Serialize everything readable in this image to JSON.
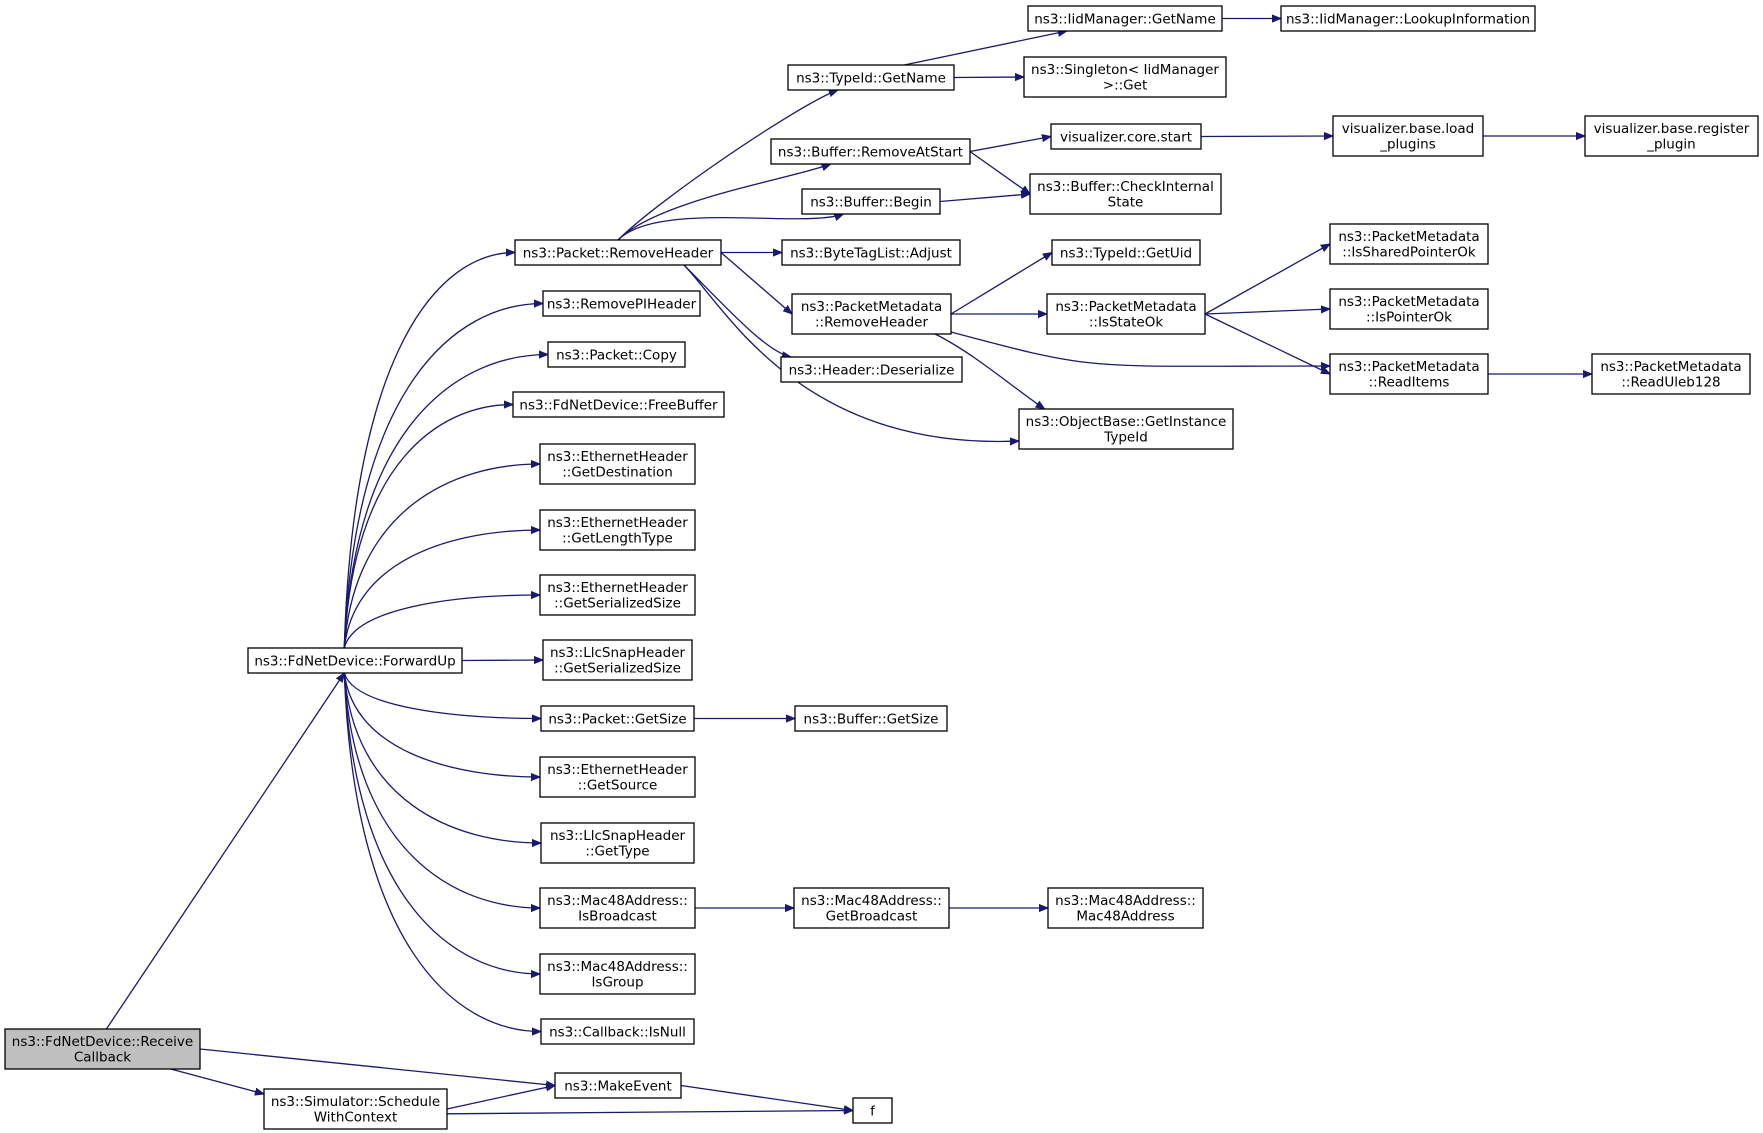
{
  "graph": {
    "nodes": [
      {
        "id": "receive_callback",
        "root": true,
        "lines": [
          "ns3::FdNetDevice::Receive",
          "Callback"
        ]
      },
      {
        "id": "forward_up",
        "lines": [
          "ns3::FdNetDevice::ForwardUp"
        ]
      },
      {
        "id": "schedule_with_context",
        "lines": [
          "ns3::Simulator::Schedule",
          "WithContext"
        ]
      },
      {
        "id": "make_event",
        "lines": [
          "ns3::MakeEvent"
        ]
      },
      {
        "id": "f",
        "lines": [
          "f"
        ]
      },
      {
        "id": "packet_remove_header",
        "lines": [
          "ns3::Packet::RemoveHeader"
        ]
      },
      {
        "id": "remove_pi_header",
        "lines": [
          "ns3::RemovePIHeader"
        ]
      },
      {
        "id": "packet_copy",
        "lines": [
          "ns3::Packet::Copy"
        ]
      },
      {
        "id": "free_buffer",
        "lines": [
          "ns3::FdNetDevice::FreeBuffer"
        ]
      },
      {
        "id": "eth_get_destination",
        "lines": [
          "ns3::EthernetHeader",
          "::GetDestination"
        ]
      },
      {
        "id": "eth_get_length_type",
        "lines": [
          "ns3::EthernetHeader",
          "::GetLengthType"
        ]
      },
      {
        "id": "eth_get_serialized_size",
        "lines": [
          "ns3::EthernetHeader",
          "::GetSerializedSize"
        ]
      },
      {
        "id": "llc_get_serialized_size",
        "lines": [
          "ns3::LlcSnapHeader",
          "::GetSerializedSize"
        ]
      },
      {
        "id": "packet_get_size",
        "lines": [
          "ns3::Packet::GetSize"
        ]
      },
      {
        "id": "eth_get_source",
        "lines": [
          "ns3::EthernetHeader",
          "::GetSource"
        ]
      },
      {
        "id": "llc_get_type",
        "lines": [
          "ns3::LlcSnapHeader",
          "::GetType"
        ]
      },
      {
        "id": "mac_is_broadcast",
        "lines": [
          "ns3::Mac48Address::",
          "IsBroadcast"
        ]
      },
      {
        "id": "mac_is_group",
        "lines": [
          "ns3::Mac48Address::",
          "IsGroup"
        ]
      },
      {
        "id": "callback_is_null",
        "lines": [
          "ns3::Callback::IsNull"
        ]
      },
      {
        "id": "typeid_get_name",
        "lines": [
          "ns3::TypeId::GetName"
        ]
      },
      {
        "id": "buffer_remove_at_start",
        "lines": [
          "ns3::Buffer::RemoveAtStart"
        ]
      },
      {
        "id": "buffer_begin",
        "lines": [
          "ns3::Buffer::Begin"
        ]
      },
      {
        "id": "bytetaglist_adjust",
        "lines": [
          "ns3::ByteTagList::Adjust"
        ]
      },
      {
        "id": "pm_remove_header",
        "lines": [
          "ns3::PacketMetadata",
          "::RemoveHeader"
        ]
      },
      {
        "id": "header_deserialize",
        "lines": [
          "ns3::Header::Deserialize"
        ]
      },
      {
        "id": "buffer_get_size",
        "lines": [
          "ns3::Buffer::GetSize"
        ]
      },
      {
        "id": "mac_get_broadcast",
        "lines": [
          "ns3::Mac48Address::",
          "GetBroadcast"
        ]
      },
      {
        "id": "iid_get_name",
        "lines": [
          "ns3::IidManager::GetName"
        ]
      },
      {
        "id": "singleton_get",
        "lines": [
          "ns3::Singleton< IidManager",
          ">::Get"
        ]
      },
      {
        "id": "viz_core_start",
        "lines": [
          "visualizer.core.start"
        ]
      },
      {
        "id": "buffer_check_internal_state",
        "lines": [
          "ns3::Buffer::CheckInternal",
          "State"
        ]
      },
      {
        "id": "typeid_get_uid",
        "lines": [
          "ns3::TypeId::GetUid"
        ]
      },
      {
        "id": "pm_is_state_ok",
        "lines": [
          "ns3::PacketMetadata",
          "::IsStateOk"
        ]
      },
      {
        "id": "objectbase_get_instance_typeid",
        "lines": [
          "ns3::ObjectBase::GetInstance",
          "TypeId"
        ]
      },
      {
        "id": "mac_constructor",
        "lines": [
          "ns3::Mac48Address::",
          "Mac48Address"
        ]
      },
      {
        "id": "iid_lookup_information",
        "lines": [
          "ns3::IidManager::LookupInformation"
        ]
      },
      {
        "id": "viz_base_load_plugins",
        "lines": [
          "visualizer.base.load",
          "_plugins"
        ]
      },
      {
        "id": "pm_is_shared_pointer_ok",
        "lines": [
          "ns3::PacketMetadata",
          "::IsSharedPointerOk"
        ]
      },
      {
        "id": "pm_is_pointer_ok",
        "lines": [
          "ns3::PacketMetadata",
          "::IsPointerOk"
        ]
      },
      {
        "id": "pm_read_items",
        "lines": [
          "ns3::PacketMetadata",
          "::ReadItems"
        ]
      },
      {
        "id": "viz_base_register_plugin",
        "lines": [
          "visualizer.base.register",
          "_plugin"
        ]
      },
      {
        "id": "pm_read_uleb128",
        "lines": [
          "ns3::PacketMetadata",
          "::ReadUleb128"
        ]
      }
    ],
    "edges": [
      {
        "from": "receive_callback",
        "to": "forward_up"
      },
      {
        "from": "receive_callback",
        "to": "make_event"
      },
      {
        "from": "receive_callback",
        "to": "schedule_with_context"
      },
      {
        "from": "schedule_with_context",
        "to": "make_event"
      },
      {
        "from": "schedule_with_context",
        "to": "f"
      },
      {
        "from": "make_event",
        "to": "f"
      },
      {
        "from": "forward_up",
        "to": "packet_remove_header"
      },
      {
        "from": "forward_up",
        "to": "remove_pi_header"
      },
      {
        "from": "forward_up",
        "to": "packet_copy"
      },
      {
        "from": "forward_up",
        "to": "free_buffer"
      },
      {
        "from": "forward_up",
        "to": "eth_get_destination"
      },
      {
        "from": "forward_up",
        "to": "eth_get_length_type"
      },
      {
        "from": "forward_up",
        "to": "eth_get_serialized_size"
      },
      {
        "from": "forward_up",
        "to": "llc_get_serialized_size"
      },
      {
        "from": "forward_up",
        "to": "packet_get_size"
      },
      {
        "from": "forward_up",
        "to": "eth_get_source"
      },
      {
        "from": "forward_up",
        "to": "llc_get_type"
      },
      {
        "from": "forward_up",
        "to": "mac_is_broadcast"
      },
      {
        "from": "forward_up",
        "to": "mac_is_group"
      },
      {
        "from": "forward_up",
        "to": "callback_is_null"
      },
      {
        "from": "packet_remove_header",
        "to": "typeid_get_name"
      },
      {
        "from": "packet_remove_header",
        "to": "buffer_remove_at_start"
      },
      {
        "from": "packet_remove_header",
        "to": "buffer_begin"
      },
      {
        "from": "packet_remove_header",
        "to": "bytetaglist_adjust"
      },
      {
        "from": "packet_remove_header",
        "to": "pm_remove_header"
      },
      {
        "from": "packet_remove_header",
        "to": "header_deserialize"
      },
      {
        "from": "packet_remove_header",
        "to": "objectbase_get_instance_typeid"
      },
      {
        "from": "packet_get_size",
        "to": "buffer_get_size"
      },
      {
        "from": "mac_is_broadcast",
        "to": "mac_get_broadcast"
      },
      {
        "from": "mac_get_broadcast",
        "to": "mac_constructor"
      },
      {
        "from": "typeid_get_name",
        "to": "iid_get_name"
      },
      {
        "from": "typeid_get_name",
        "to": "singleton_get"
      },
      {
        "from": "iid_get_name",
        "to": "iid_lookup_information"
      },
      {
        "from": "buffer_remove_at_start",
        "to": "viz_core_start"
      },
      {
        "from": "buffer_remove_at_start",
        "to": "buffer_check_internal_state"
      },
      {
        "from": "buffer_begin",
        "to": "buffer_check_internal_state"
      },
      {
        "from": "viz_core_start",
        "to": "viz_base_load_plugins"
      },
      {
        "from": "viz_base_load_plugins",
        "to": "viz_base_register_plugin"
      },
      {
        "from": "pm_remove_header",
        "to": "typeid_get_uid"
      },
      {
        "from": "pm_remove_header",
        "to": "pm_is_state_ok"
      },
      {
        "from": "pm_remove_header",
        "to": "pm_read_items"
      },
      {
        "from": "pm_remove_header",
        "to": "objectbase_get_instance_typeid"
      },
      {
        "from": "pm_is_state_ok",
        "to": "pm_is_shared_pointer_ok"
      },
      {
        "from": "pm_is_state_ok",
        "to": "pm_is_pointer_ok"
      },
      {
        "from": "pm_is_state_ok",
        "to": "pm_read_items"
      },
      {
        "from": "pm_read_items",
        "to": "pm_read_uleb128"
      }
    ]
  }
}
